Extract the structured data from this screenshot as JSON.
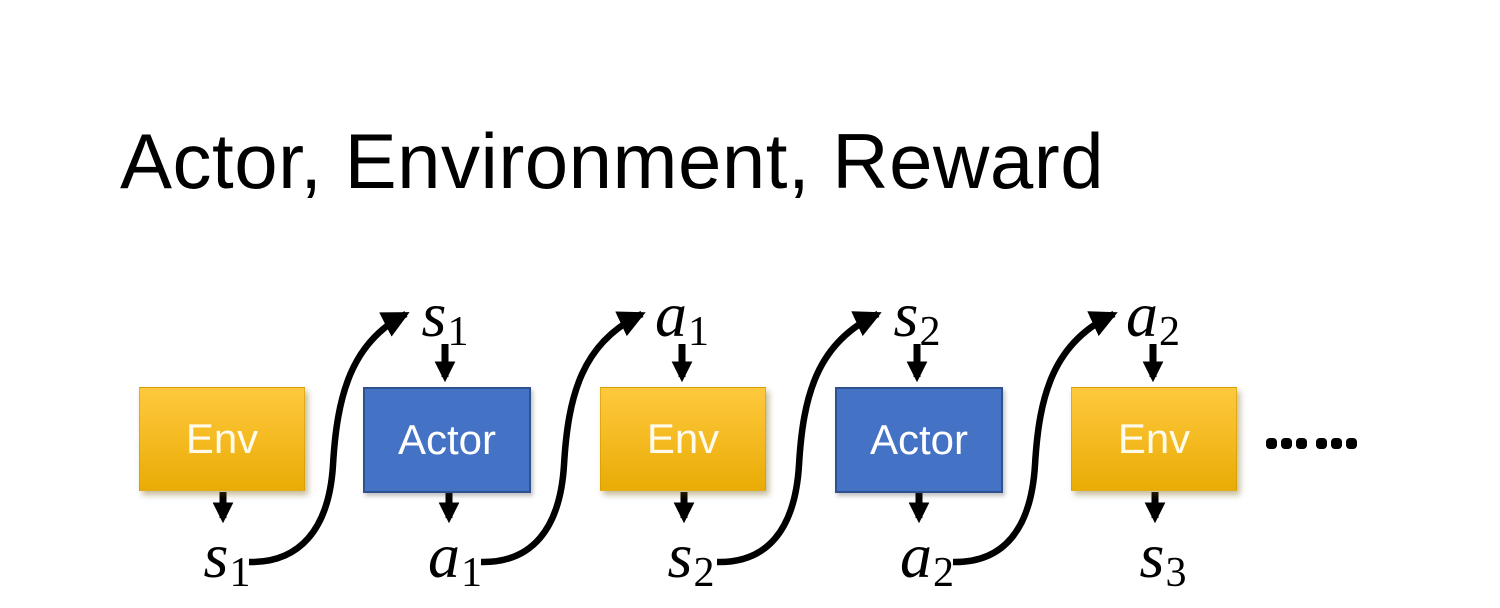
{
  "title": "Actor, Environment, Reward",
  "diagram": {
    "boxes": [
      {
        "label": "Env",
        "type": "environment"
      },
      {
        "label": "Actor",
        "type": "actor"
      },
      {
        "label": "Env",
        "type": "environment"
      },
      {
        "label": "Actor",
        "type": "actor"
      },
      {
        "label": "Env",
        "type": "environment"
      }
    ],
    "top_labels": [
      {
        "base": "s",
        "sub": "1"
      },
      {
        "base": "a",
        "sub": "1"
      },
      {
        "base": "s",
        "sub": "2"
      },
      {
        "base": "a",
        "sub": "2"
      }
    ],
    "bottom_labels": [
      {
        "base": "s",
        "sub": "1"
      },
      {
        "base": "a",
        "sub": "1"
      },
      {
        "base": "s",
        "sub": "2"
      },
      {
        "base": "a",
        "sub": "2"
      },
      {
        "base": "s",
        "sub": "3"
      }
    ],
    "ellipsis_text": "……"
  },
  "colors": {
    "background": "#FFFFFF",
    "title_text": "#000000",
    "env_top": "#FFC93E",
    "env_bottom": "#E9AC05",
    "env_text": "#FEFBEC",
    "actor_fill": "#4472C4",
    "actor_border": "#2F528F",
    "actor_text": "#FFFFFF",
    "arrow": "#000000",
    "label_text": "#000000"
  }
}
